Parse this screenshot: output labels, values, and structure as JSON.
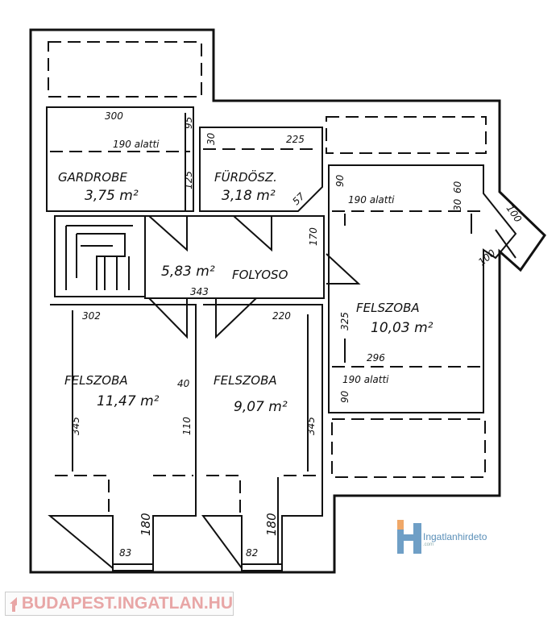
{
  "rooms": {
    "gardrobe": {
      "name": "GARDROBE",
      "area": "3,75 m²",
      "dims": [
        "300",
        "95",
        "125"
      ],
      "note": "190 alatti"
    },
    "furdo": {
      "name": "FÜRDÖSZ.",
      "area": "3,18 m²",
      "dims": [
        "30",
        "225",
        "57"
      ]
    },
    "folyoso": {
      "area": "5,83 m²",
      "name": "FOLYOSO",
      "dims": [
        "170",
        "343"
      ]
    },
    "felszoba_right": {
      "name": "FELSZOBA",
      "area": "10,03 m²",
      "dims": [
        "90",
        "30",
        "60",
        "100",
        "100",
        "325",
        "296",
        "90"
      ],
      "note_top": "190 alatti",
      "note_bottom": "190 alatti"
    },
    "felszoba_left": {
      "name": "FELSZOBA",
      "area": "11,47 m²",
      "dims": [
        "302",
        "40",
        "110",
        "345",
        "180",
        "83"
      ]
    },
    "felszoba_mid": {
      "name": "FELSZOBA",
      "area": "9,07 m²",
      "dims": [
        "220",
        "345",
        "180",
        "82"
      ]
    }
  },
  "watermarks": {
    "budapest": "BUDAPEST.INGATLAN.HU",
    "ingatlanhirdeto": "Ingatlanhirdeto",
    "ingatlanhirdeto_sub": ".com"
  }
}
